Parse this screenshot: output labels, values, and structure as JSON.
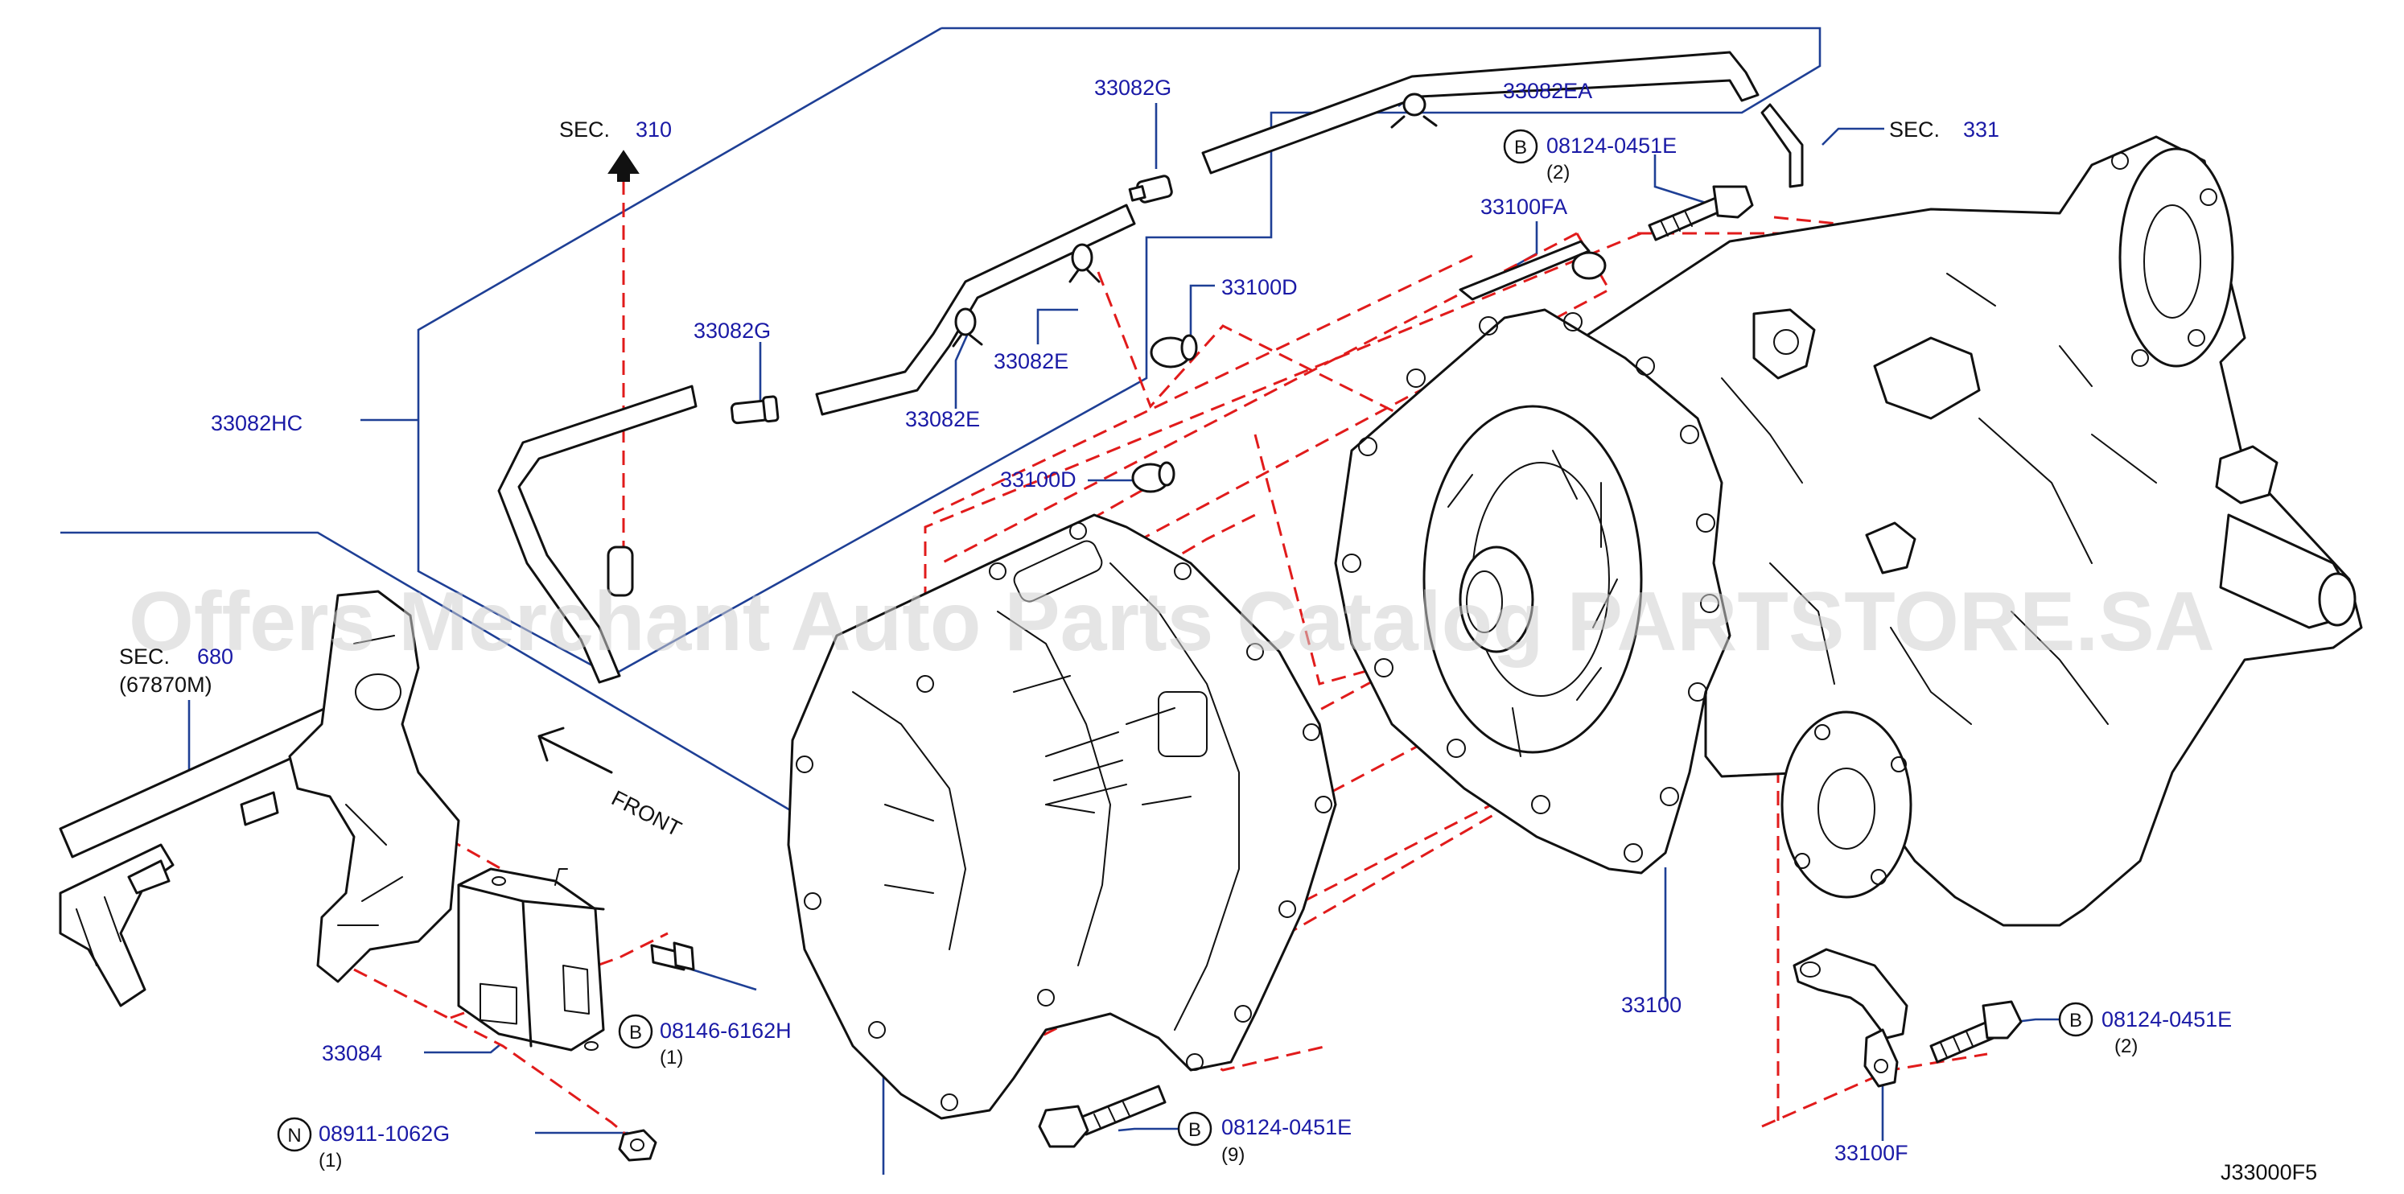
{
  "labels": {
    "sec310_prefix": "SEC.",
    "sec310_num": "310",
    "sec331_prefix": "SEC.",
    "sec331_num": "331",
    "sec680_prefix": "SEC.",
    "sec680_num": "680",
    "sec680_ref": "(67870M)",
    "p33082G_top": "33082G",
    "p33082EA": "33082EA",
    "p08124_top": "08124-0451E",
    "p08124_top_qty": "(2)",
    "p33100FA": "33100FA",
    "p33100D_top": "33100D",
    "p33082G_mid": "33082G",
    "p33082E_right": "33082E",
    "p33082E_left": "33082E",
    "p33082HC": "33082HC",
    "p33100D_bot": "33100D",
    "front": "FRONT",
    "p33084": "33084",
    "p08146": "08146-6162H",
    "p08146_qty": "(1)",
    "p08911": "08911-1062G",
    "p08911_qty": "(1)",
    "p08124_bot": "08124-0451E",
    "p08124_bot_qty": "(9)",
    "p33100": "33100",
    "p08124_right": "08124-0451E",
    "p08124_right_qty": "(2)",
    "p33100F": "33100F",
    "circle_B": "B",
    "circle_N": "N",
    "diagram_code": "J33000F5"
  },
  "watermark": "Offers Merchant Auto Parts Catalog PARTSTORE.SA",
  "colors": {
    "label_blue": "#1a1aa6",
    "leader_blue": "#1e3f95",
    "dash_red": "#e11b1b",
    "ink": "#111111"
  }
}
